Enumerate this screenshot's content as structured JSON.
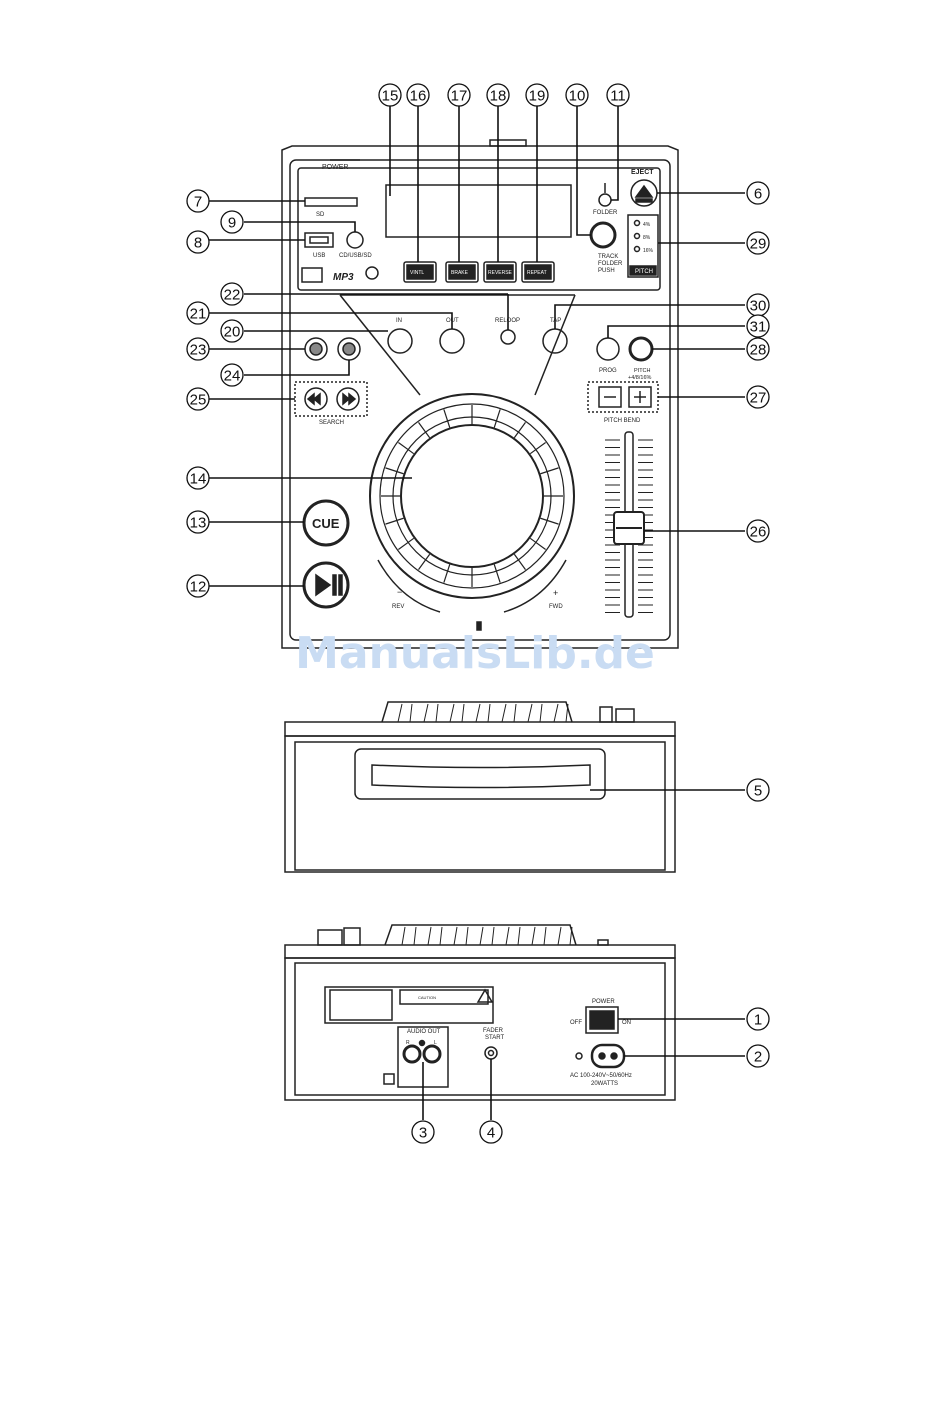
{
  "top_view": {
    "panel_labels": {
      "power": "POWER",
      "sd": "SD",
      "usb": "USB",
      "cd_usb_sd": "CD/USB/SD",
      "folder": "FOLDER",
      "eject": "EJECT",
      "track": "TRACK",
      "folder_knob": "FOLDER",
      "push": "PUSH",
      "pitch": "PITCH",
      "pitch_4": "4%",
      "pitch_8": "8%",
      "pitch_16": "16%",
      "vintl": "VINTL",
      "brake": "BRAKE",
      "reverse": "REVERSE",
      "repeat": "REPEAT",
      "mp3": "MP3",
      "in": "IN",
      "out": "OUT",
      "reloop": "RELOOP",
      "tap": "TAP",
      "prog": "PROG",
      "pitch_range": "PITCH\n+4/8/16%",
      "pitch_bend": "PITCH BEND",
      "search": "SEARCH",
      "cue": "CUE",
      "rev": "REV",
      "fwd": "FWD",
      "minus": "−",
      "plus": "+"
    }
  },
  "rear_view": {
    "labels": {
      "power": "POWER",
      "off": "OFF",
      "on": "ON",
      "audio_out": "AUDIO OUT",
      "r": "R",
      "l": "L",
      "fader_start": "FADER\nSTART",
      "ac": "AC 100-240V~50/60Hz",
      "watts": "20WATTS",
      "caution": "CAUTION"
    }
  },
  "callouts": [
    "1",
    "2",
    "3",
    "4",
    "5",
    "6",
    "7",
    "8",
    "9",
    "10",
    "11",
    "12",
    "13",
    "14",
    "15",
    "16",
    "17",
    "18",
    "19",
    "20",
    "21",
    "22",
    "23",
    "24",
    "25",
    "26",
    "27",
    "28",
    "29",
    "30",
    "31"
  ],
  "watermark": "ManualsLib.de",
  "colors": {
    "line": "#222222",
    "watermark": "#c9dcf3"
  }
}
